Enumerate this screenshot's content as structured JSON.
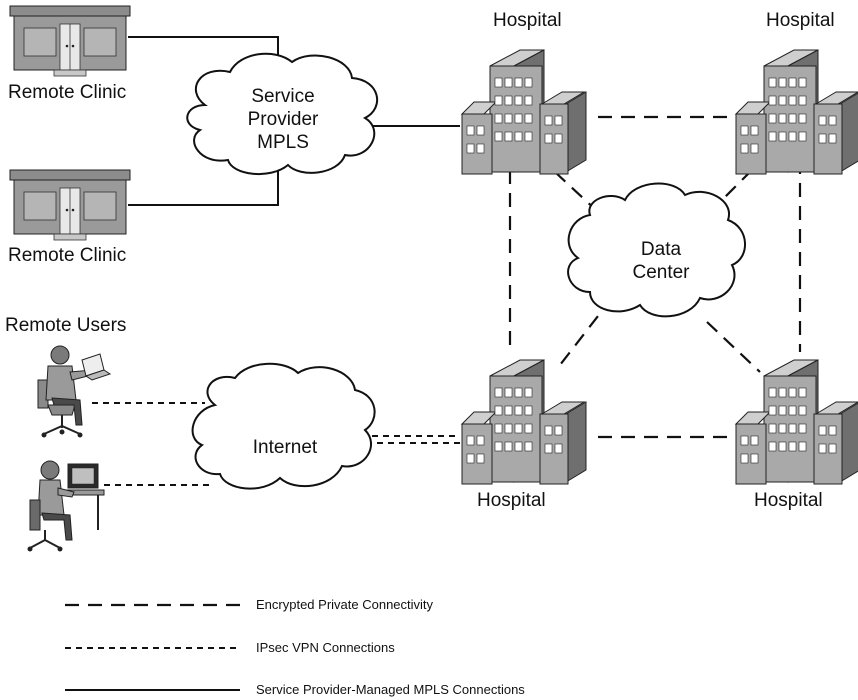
{
  "labels": {
    "remote_clinic_1": "Remote Clinic",
    "remote_clinic_2": "Remote Clinic",
    "remote_users": "Remote Users",
    "hospital_tl": "Hospital",
    "hospital_tr": "Hospital",
    "hospital_bl": "Hospital",
    "hospital_br": "Hospital"
  },
  "clouds": {
    "mpls": [
      "Service",
      "Provider",
      "MPLS"
    ],
    "data_center": [
      "Data",
      "Center"
    ],
    "internet": "Internet"
  },
  "legend": {
    "encrypted": "Encrypted Private Connectivity",
    "ipsec": "IPsec VPN Connections",
    "mpls": "Service Provider-Managed MPLS Connections"
  },
  "colors": {
    "building_front": "#a9a9a9",
    "building_side": "#6f6f6f",
    "building_top": "#cfcfcf",
    "window": "#ffffff",
    "line": "#111111"
  }
}
